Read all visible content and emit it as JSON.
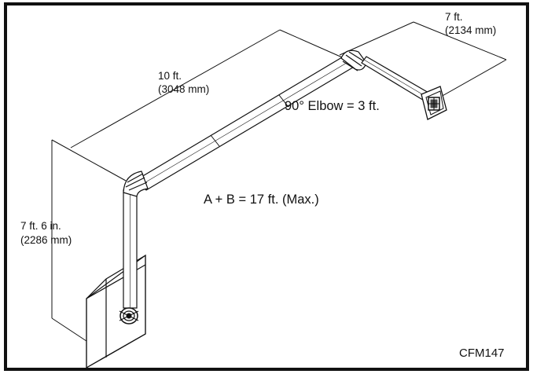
{
  "labels": {
    "segment_b_length": "10 ft.",
    "segment_b_metric": "(3048 mm)",
    "segment_c_length": "7 ft.",
    "segment_c_metric": "(2134 mm)",
    "elbow_rule": "90° Elbow = 3 ft.",
    "total_rule": "A + B = 17 ft. (Max.)",
    "segment_a_length": "7 ft. 6 in.",
    "segment_a_metric": "(2286 mm)",
    "figure_code": "CFM147"
  },
  "colors": {
    "line": "#111111",
    "pipe_fill": "#ffffff",
    "background": "#ffffff"
  }
}
